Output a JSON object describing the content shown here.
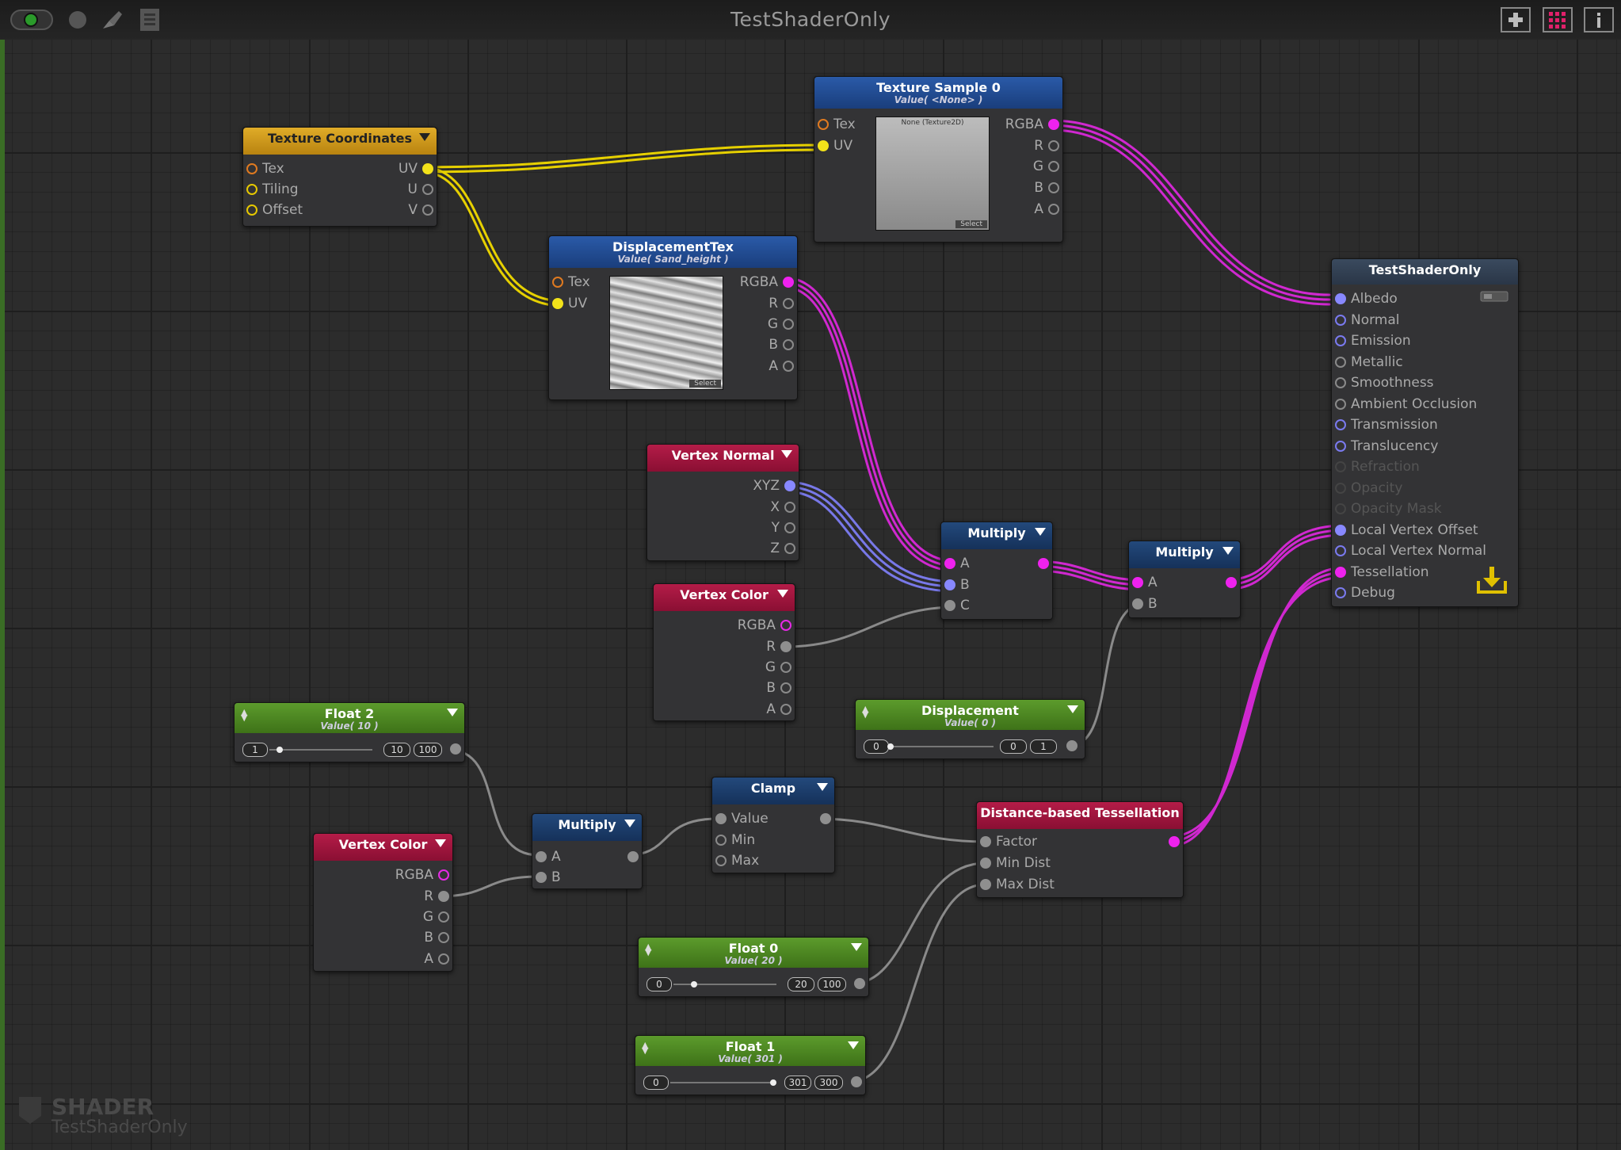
{
  "window": {
    "title": "TestShaderOnly"
  },
  "watermark": {
    "line1": "SHADER",
    "line2": "TestShaderOnly"
  },
  "colors": {
    "texture": "#e07a20",
    "uv": "#e6c800",
    "float": "#8f8f8f",
    "color": "#ee22ee",
    "vector": "#8888ff"
  },
  "nodes": {
    "tex_coords": {
      "title": "Texture Coordinates",
      "in": [
        "Tex",
        "Tiling",
        "Offset"
      ],
      "out": [
        "UV",
        "U",
        "V"
      ]
    },
    "tex_sample": {
      "title": "Texture Sample 0",
      "sub": "Value( <None> )",
      "in": [
        "Tex",
        "UV"
      ],
      "out": [
        "RGBA",
        "R",
        "G",
        "B",
        "A"
      ],
      "preview_label": "None (Texture2D)",
      "select": "Select"
    },
    "disp_tex": {
      "title": "DisplacementTex",
      "sub": "Value( Sand_height )",
      "in": [
        "Tex",
        "UV"
      ],
      "out": [
        "RGBA",
        "R",
        "G",
        "B",
        "A"
      ],
      "select": "Select"
    },
    "vertex_normal": {
      "title": "Vertex Normal",
      "out": [
        "XYZ",
        "X",
        "Y",
        "Z"
      ]
    },
    "vertex_color1": {
      "title": "Vertex Color",
      "out": [
        "RGBA",
        "R",
        "G",
        "B",
        "A"
      ]
    },
    "vertex_color2": {
      "title": "Vertex Color",
      "out": [
        "RGBA",
        "R",
        "G",
        "B",
        "A"
      ]
    },
    "multiply1": {
      "title": "Multiply",
      "in": [
        "A",
        "B",
        "C"
      ]
    },
    "multiply2": {
      "title": "Multiply",
      "in": [
        "A",
        "B"
      ]
    },
    "multiply3": {
      "title": "Multiply",
      "in": [
        "A",
        "B"
      ]
    },
    "clamp": {
      "title": "Clamp",
      "in": [
        "Value",
        "Min",
        "Max"
      ]
    },
    "dist_tess": {
      "title": "Distance-based Tessellation",
      "in": [
        "Factor",
        "Min Dist",
        "Max Dist"
      ]
    },
    "float2": {
      "title": "Float 2",
      "sub": "Value( 10 )",
      "min": "1",
      "val": "10",
      "max": "100",
      "frac": 0.1
    },
    "displacement": {
      "title": "Displacement",
      "sub": "Value( 0 )",
      "min": "0",
      "val": "0",
      "max": "1",
      "frac": 0.0
    },
    "float0": {
      "title": "Float 0",
      "sub": "Value( 20 )",
      "min": "0",
      "val": "20",
      "max": "100",
      "frac": 0.2
    },
    "float1": {
      "title": "Float 1",
      "sub": "Value( 301 )",
      "min": "0",
      "val": "301",
      "max": "300",
      "frac": 1.0
    },
    "output": {
      "title": "TestShaderOnly",
      "in": [
        "Albedo",
        "Normal",
        "Emission",
        "Metallic",
        "Smoothness",
        "Ambient Occlusion",
        "Transmission",
        "Translucency",
        "Refraction",
        "Opacity",
        "Opacity Mask",
        "Local Vertex Offset",
        "Local Vertex Normal",
        "Tessellation",
        "Debug"
      ]
    }
  }
}
